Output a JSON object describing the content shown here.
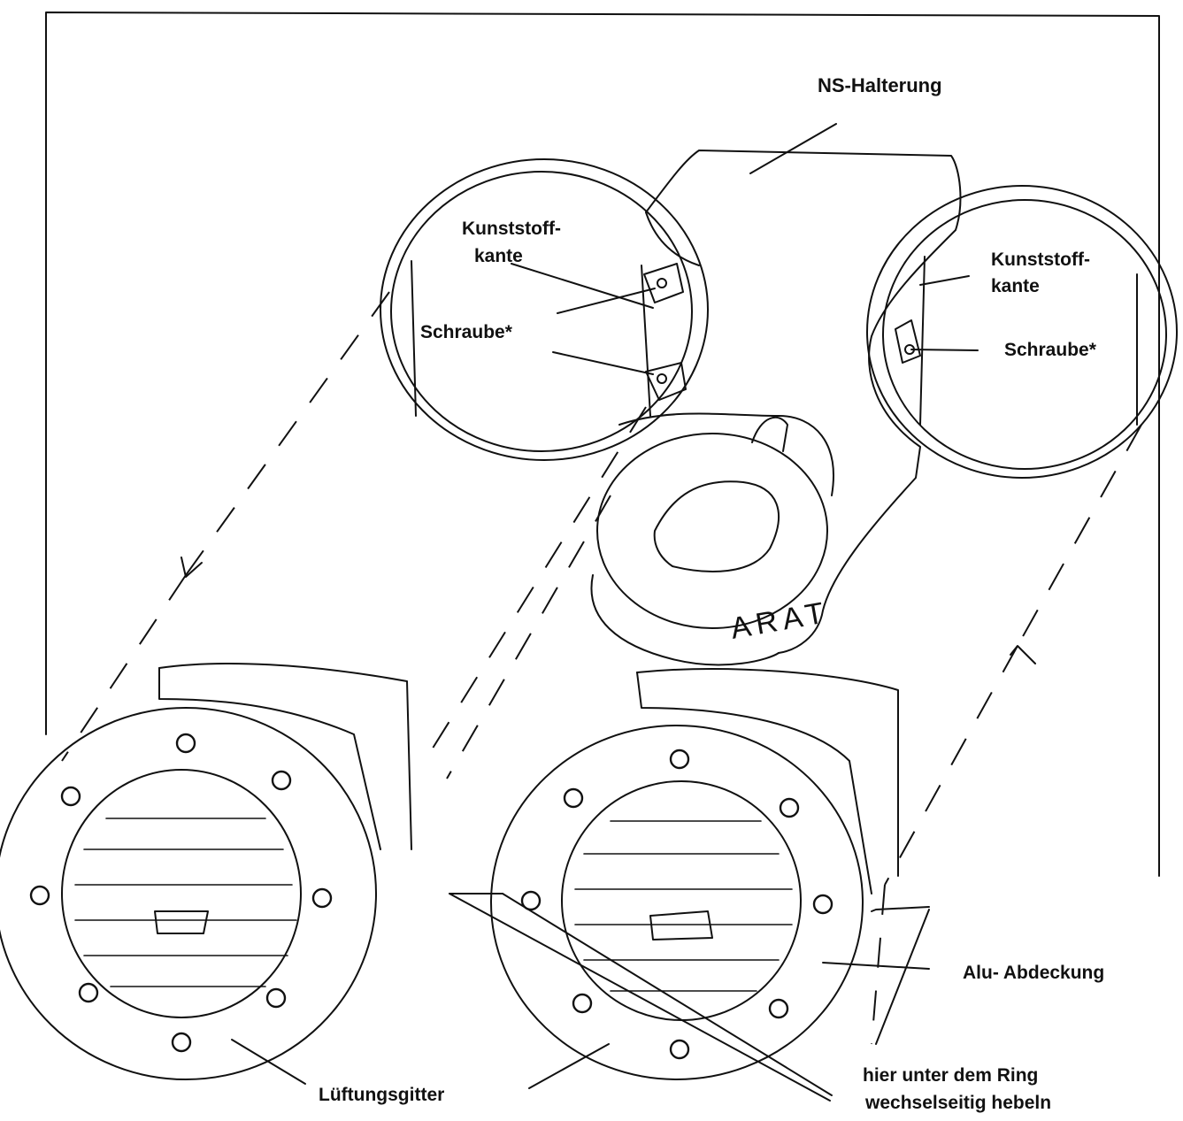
{
  "labels": {
    "ns_halterung": "NS-Halterung",
    "kunststoffkante_left_1": "Kunststoff-",
    "kunststoffkante_left_2": "kante",
    "schraube_left": "Schraube*",
    "kunststoffkante_right_1": "Kunststoff-",
    "kunststoffkante_right_2": "kante",
    "schraube_right": "Schraube*",
    "arat": "ARAT",
    "alu_abdeckung": "Alu- Abdeckung",
    "lueftungsgitter": "Lüftungsgitter",
    "hier_1": "hier unter dem Ring",
    "hier_2": "wechselseitig hebeln"
  },
  "colors": {
    "ink": "#111111",
    "paper": "#ffffff"
  }
}
